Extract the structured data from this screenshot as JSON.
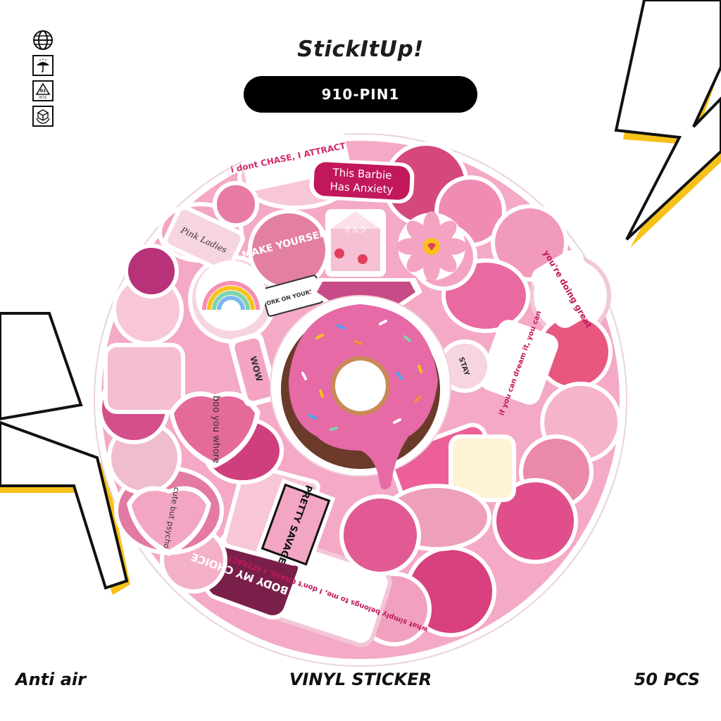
{
  "header": {
    "brand": "StickItUp!",
    "product_code": "910-PIN1"
  },
  "left_icons": [
    "globe-icon",
    "umbrella-icon",
    "recycle-pete-icon",
    "hands-box-icon"
  ],
  "recycle_icon_text": {
    "number": "01",
    "label": "PETE"
  },
  "stickers": {
    "chase_quote": "i dont CHASE, I ATTRACT",
    "barbie_line1": "This Barbie",
    "barbie_line2": "Has Anxiety",
    "make_yourself": "MAKE YOURSELF",
    "milk": "ミルク",
    "pink_ladies": "Pink Ladies",
    "work_on_yourself": "WORK ON YOURSELF",
    "youre_doing_great": "you're doing great",
    "you_can_dream": "if you can dream it, you can",
    "stay": "STAY",
    "boo_you": "boo you whore",
    "cute_psycho": "cute but psycho",
    "pretty_savage": "PRETTY SAVAGE",
    "body_choice": "MY BODY MY CHOICE",
    "what_belongs": "what simply belongs to me, I don't CHASE, I ATTRACT",
    "wow": "WOW"
  },
  "footer": {
    "left": "Anti air",
    "center": "VINYL STICKER",
    "right": "50 PCS"
  },
  "colors": {
    "accent_yellow": "#f7c11a",
    "pink_dark": "#c2185b",
    "pink_mid": "#e86aa0",
    "pink_light": "#f7b8d0",
    "black": "#000000"
  }
}
